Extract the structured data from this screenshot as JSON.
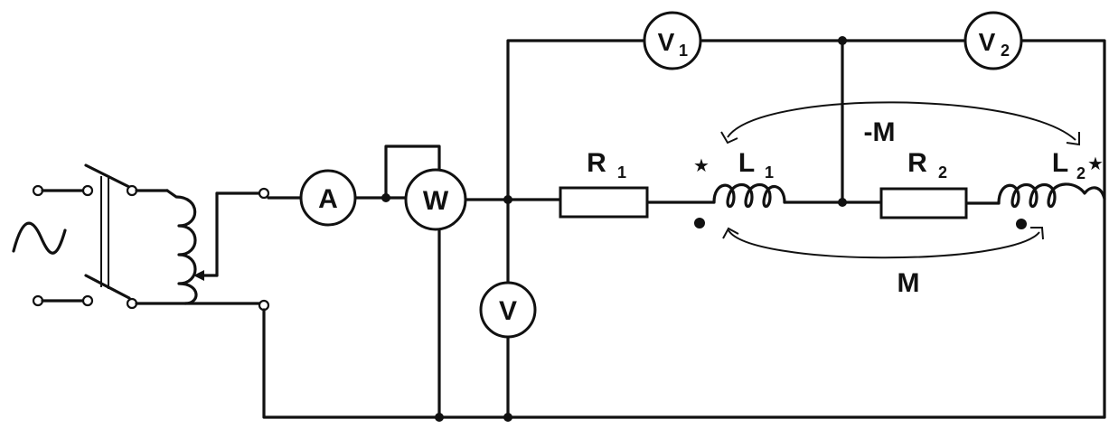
{
  "source_symbol": "~",
  "meters": {
    "ammeter": "A",
    "wattmeter": "W",
    "voltmeter": "V",
    "voltmeter_1": "V",
    "voltmeter_1_sub": "1",
    "voltmeter_2": "V",
    "voltmeter_2_sub": "2"
  },
  "components": {
    "r1": "R",
    "r1_sub": "1",
    "l1": "L",
    "l1_sub": "1",
    "r2": "R",
    "r2_sub": "2",
    "l2": "L",
    "l2_sub": "2"
  },
  "mutual": {
    "upper": "-M",
    "lower": "M"
  },
  "polarity_mark": "★"
}
